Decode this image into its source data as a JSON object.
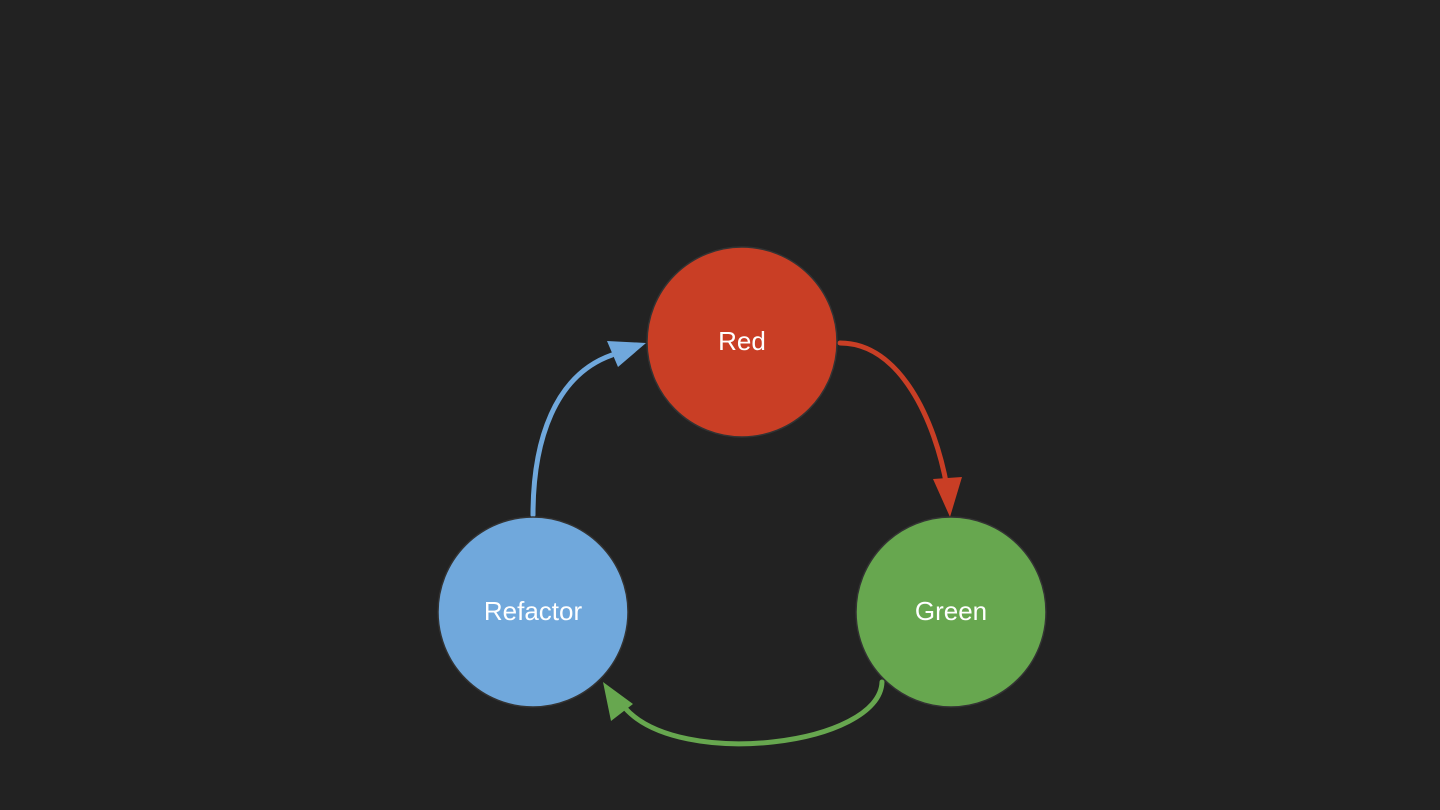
{
  "background": "#222222",
  "nodes": {
    "red": {
      "label": "Red",
      "color": "#c93e25"
    },
    "green": {
      "label": "Green",
      "color": "#67a74f"
    },
    "refactor": {
      "label": "Refactor",
      "color": "#70a8dc"
    }
  },
  "edges": [
    {
      "from": "Red",
      "to": "Green",
      "color": "#c93e25"
    },
    {
      "from": "Green",
      "to": "Refactor",
      "color": "#67a74f"
    },
    {
      "from": "Refactor",
      "to": "Red",
      "color": "#70a8dc"
    }
  ]
}
